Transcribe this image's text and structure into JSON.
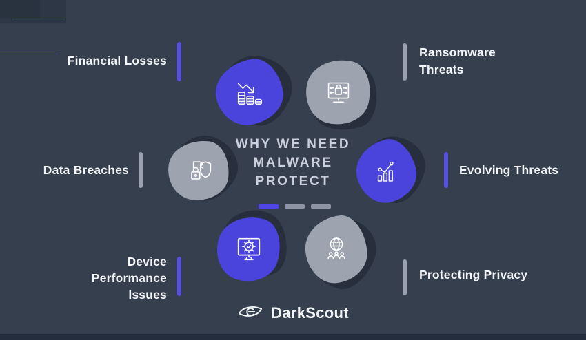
{
  "colors": {
    "background": "#353f4e",
    "accent_purple": "#4b44dc",
    "blob_gray": "#9da4b0",
    "blob_shadow": "#272f3d",
    "label_text": "#f3f5f8",
    "heading_text": "#c9d0db",
    "footer_strip": "#242d3d"
  },
  "heading": {
    "lines": [
      "WHY WE NEED",
      "MALWARE",
      "PROTECT"
    ]
  },
  "items": [
    {
      "id": "financial-losses",
      "label": "Financial Losses",
      "accent": "purple",
      "icon": "coins-decline-icon"
    },
    {
      "id": "ransomware-threats",
      "label": "Ransomware Threats",
      "accent": "gray",
      "icon": "monitor-lock-icon"
    },
    {
      "id": "data-breaches",
      "label": "Data Breaches",
      "accent": "gray",
      "icon": "shield-lock-icon"
    },
    {
      "id": "evolving-threats",
      "label": "Evolving Threats",
      "accent": "purple",
      "icon": "growth-chart-icon"
    },
    {
      "id": "device-performance",
      "label": "Device Performance Issues",
      "accent": "purple",
      "icon": "monitor-gear-icon"
    },
    {
      "id": "protecting-privacy",
      "label": "Protecting Privacy",
      "accent": "gray",
      "icon": "globe-users-icon"
    }
  ],
  "pagination": {
    "dash_count": 3,
    "active_index": 0
  },
  "logo": {
    "text": "DarkScout"
  }
}
